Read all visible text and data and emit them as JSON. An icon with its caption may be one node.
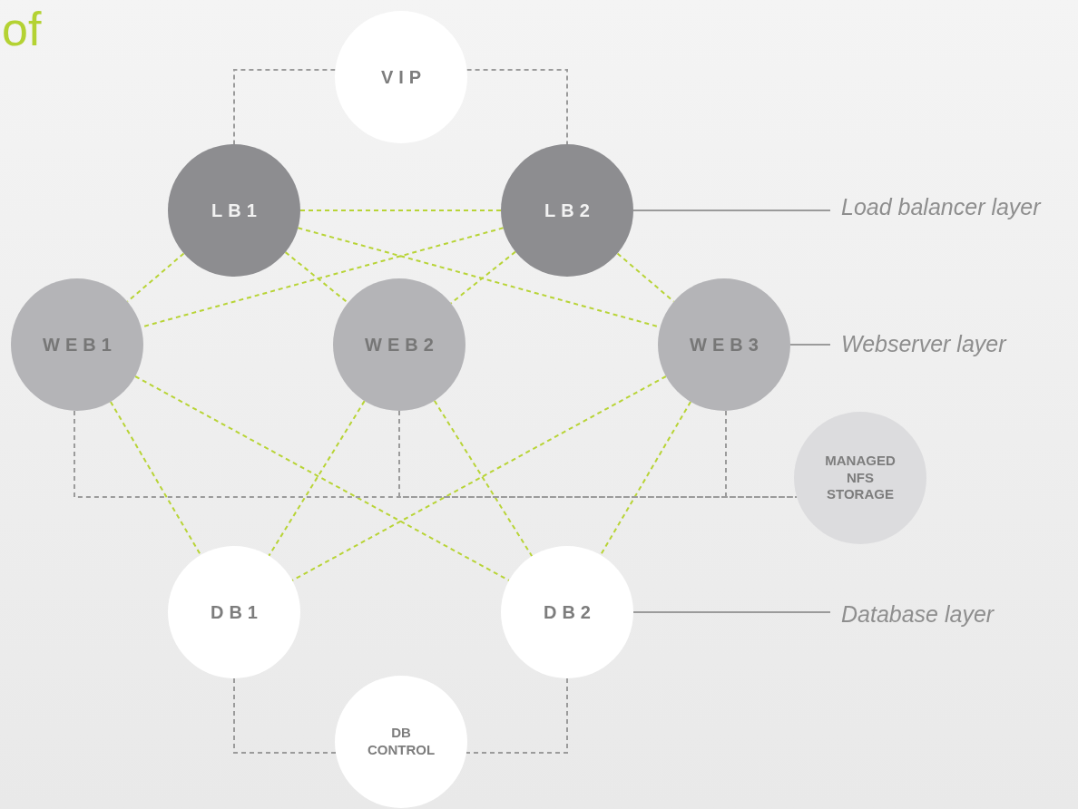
{
  "diagram": {
    "nodes": [
      {
        "text": [
          "VIP"
        ]
      },
      {
        "text": [
          "LB1"
        ]
      },
      {
        "text": [
          "LB2"
        ]
      },
      {
        "text": [
          "WEB1"
        ]
      },
      {
        "text": [
          "WEB2"
        ]
      },
      {
        "text": [
          "WEB3"
        ]
      },
      {
        "text": [
          "MANAGED NFS STORAGE"
        ]
      },
      {
        "text": [
          "DB1"
        ]
      },
      {
        "text": [
          "DB2"
        ]
      },
      {
        "text": [
          "DB CONTROL"
        ]
      },
      {
        "text": [
          "Load balancer layer"
        ]
      },
      {
        "text": [
          "Webserver layer"
        ]
      },
      {
        "text": [
          "Database layer"
        ]
      }
    ],
    "edges": [
      {
        "from": 0,
        "to": 1,
        "arrow": "none",
        "style": "dashed",
        "color": "#9b9b9b"
      },
      {
        "from": 0,
        "to": 2,
        "arrow": "none",
        "style": "dashed",
        "color": "#9b9b9b"
      },
      {
        "from": 1,
        "to": 2,
        "arrow": "none",
        "style": "dashed"
      },
      {
        "from": 1,
        "to": 3,
        "arrow": "none",
        "style": "dashed"
      },
      {
        "from": 1,
        "to": 4,
        "arrow": "none",
        "style": "dashed"
      },
      {
        "from": 1,
        "to": 5,
        "arrow": "none",
        "style": "dashed"
      },
      {
        "from": 2,
        "to": 3,
        "arrow": "none",
        "style": "dashed"
      },
      {
        "from": 2,
        "to": 4,
        "arrow": "none",
        "style": "dashed"
      },
      {
        "from": 2,
        "to": 5,
        "arrow": "none",
        "style": "dashed"
      },
      {
        "from": 3,
        "to": 7,
        "arrow": "none",
        "style": "dashed"
      },
      {
        "from": 3,
        "to": 8,
        "arrow": "none",
        "style": "dashed"
      },
      {
        "from": 4,
        "to": 7,
        "arrow": "none",
        "style": "dashed"
      },
      {
        "from": 4,
        "to": 8,
        "arrow": "none",
        "style": "dashed"
      },
      {
        "from": 5,
        "to": 7,
        "arrow": "none",
        "style": "dashed"
      },
      {
        "from": 5,
        "to": 8,
        "arrow": "none",
        "style": "dashed"
      },
      {
        "from": 3,
        "to": 6,
        "arrow": "none",
        "style": "dashed",
        "color": "#9b9b9b"
      },
      {
        "from": 4,
        "to": 6,
        "arrow": "none",
        "style": "dashed",
        "color": "#9b9b9b"
      },
      {
        "from": 5,
        "to": 6,
        "arrow": "none",
        "style": "dashed",
        "color": "#9b9b9b"
      },
      {
        "from": 7,
        "to": 9,
        "arrow": "none",
        "style": "dashed",
        "color": "#9b9b9b"
      },
      {
        "from": 8,
        "to": 9,
        "arrow": "none",
        "style": "dashed",
        "color": "#9b9b9b"
      },
      {
        "from": 2,
        "to": 10,
        "arrow": "none",
        "color": "#9b9b9b"
      },
      {
        "from": 5,
        "to": 11,
        "arrow": "none",
        "color": "#9b9b9b"
      },
      {
        "from": 8,
        "to": 12,
        "arrow": "none",
        "color": "#9b9b9b"
      }
    ],
    "labels": [
      "of"
    ]
  }
}
